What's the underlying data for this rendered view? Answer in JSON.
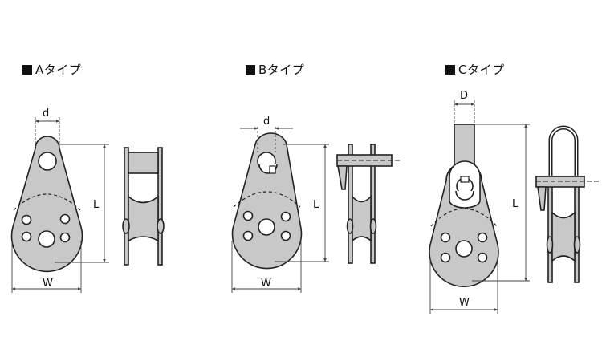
{
  "types": [
    {
      "title": "Aタイプ",
      "dim_d": "d",
      "dim_L": "L",
      "dim_W": "W"
    },
    {
      "title": "Bタイプ",
      "dim_d": "d",
      "dim_L": "L",
      "dim_W": "W"
    },
    {
      "title": "Cタイプ",
      "dim_D": "D",
      "dim_L": "L",
      "dim_W": "W"
    }
  ],
  "colors": {
    "line": "#222222",
    "fill": "#c8c8c8",
    "dim": "#444444"
  }
}
